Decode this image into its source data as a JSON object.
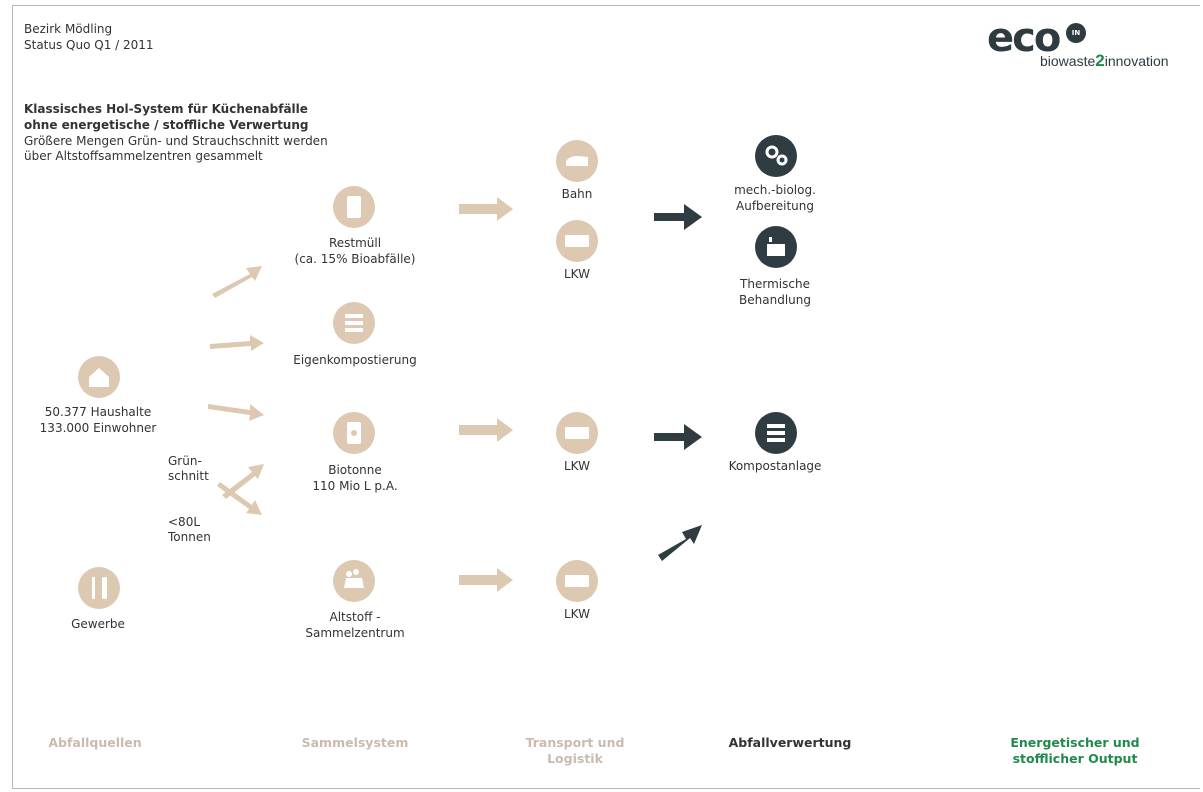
{
  "header": {
    "line1": "Bezirk Mödling",
    "line2": "Status Quo Q1 / 2011"
  },
  "logo": {
    "eco": "eco",
    "badge": "IN",
    "sub_a": "biowaste",
    "sub_two": "2",
    "sub_b": "innovation"
  },
  "intro": {
    "title1": "Klassisches Hol-System für Küchenabfälle",
    "title2": "ohne energetische / stoffliche Verwertung",
    "text1": "Größere Mengen Grün- und Strauchschnitt werden",
    "text2": "über Altstoffsammelzentren gesammelt"
  },
  "sources": {
    "households_1": "50.377 Haushalte",
    "households_2": "133.000 Einwohner",
    "green_1": "Grün-",
    "green_2": "schnitt",
    "bins_1": "<80L",
    "bins_2": "Tonnen",
    "business": "Gewerbe"
  },
  "collection": {
    "rest_1": "Restmüll",
    "rest_2": "(ca. 15% Bioabfälle)",
    "home_compost": "Eigenkompostierung",
    "biobin_1": "Biotonne",
    "biobin_2": "110 Mio L p.A.",
    "center_1": "Altstoff -",
    "center_2": "Sammelzentrum"
  },
  "transport": {
    "rail": "Bahn",
    "truck1": "LKW",
    "truck2": "LKW",
    "truck3": "LKW"
  },
  "processing": {
    "mbt_1": "mech.-biolog.",
    "mbt_2": "Aufbereitung",
    "thermal_1": "Thermische",
    "thermal_2": "Behandlung",
    "compost": "Kompostanlage"
  },
  "footer": {
    "col1": "Abfallquellen",
    "col2": "Sammelsystem",
    "col3_1": "Transport und",
    "col3_2": "Logistik",
    "col4": "Abfallverwertung",
    "col5_1": "Energetischer und",
    "col5_2": "stofflicher Output"
  },
  "colors": {
    "tan": "#ddc9b1",
    "dark": "#2f3d42",
    "green": "#1f8a4b",
    "muted_footer": "#c9bcad"
  }
}
